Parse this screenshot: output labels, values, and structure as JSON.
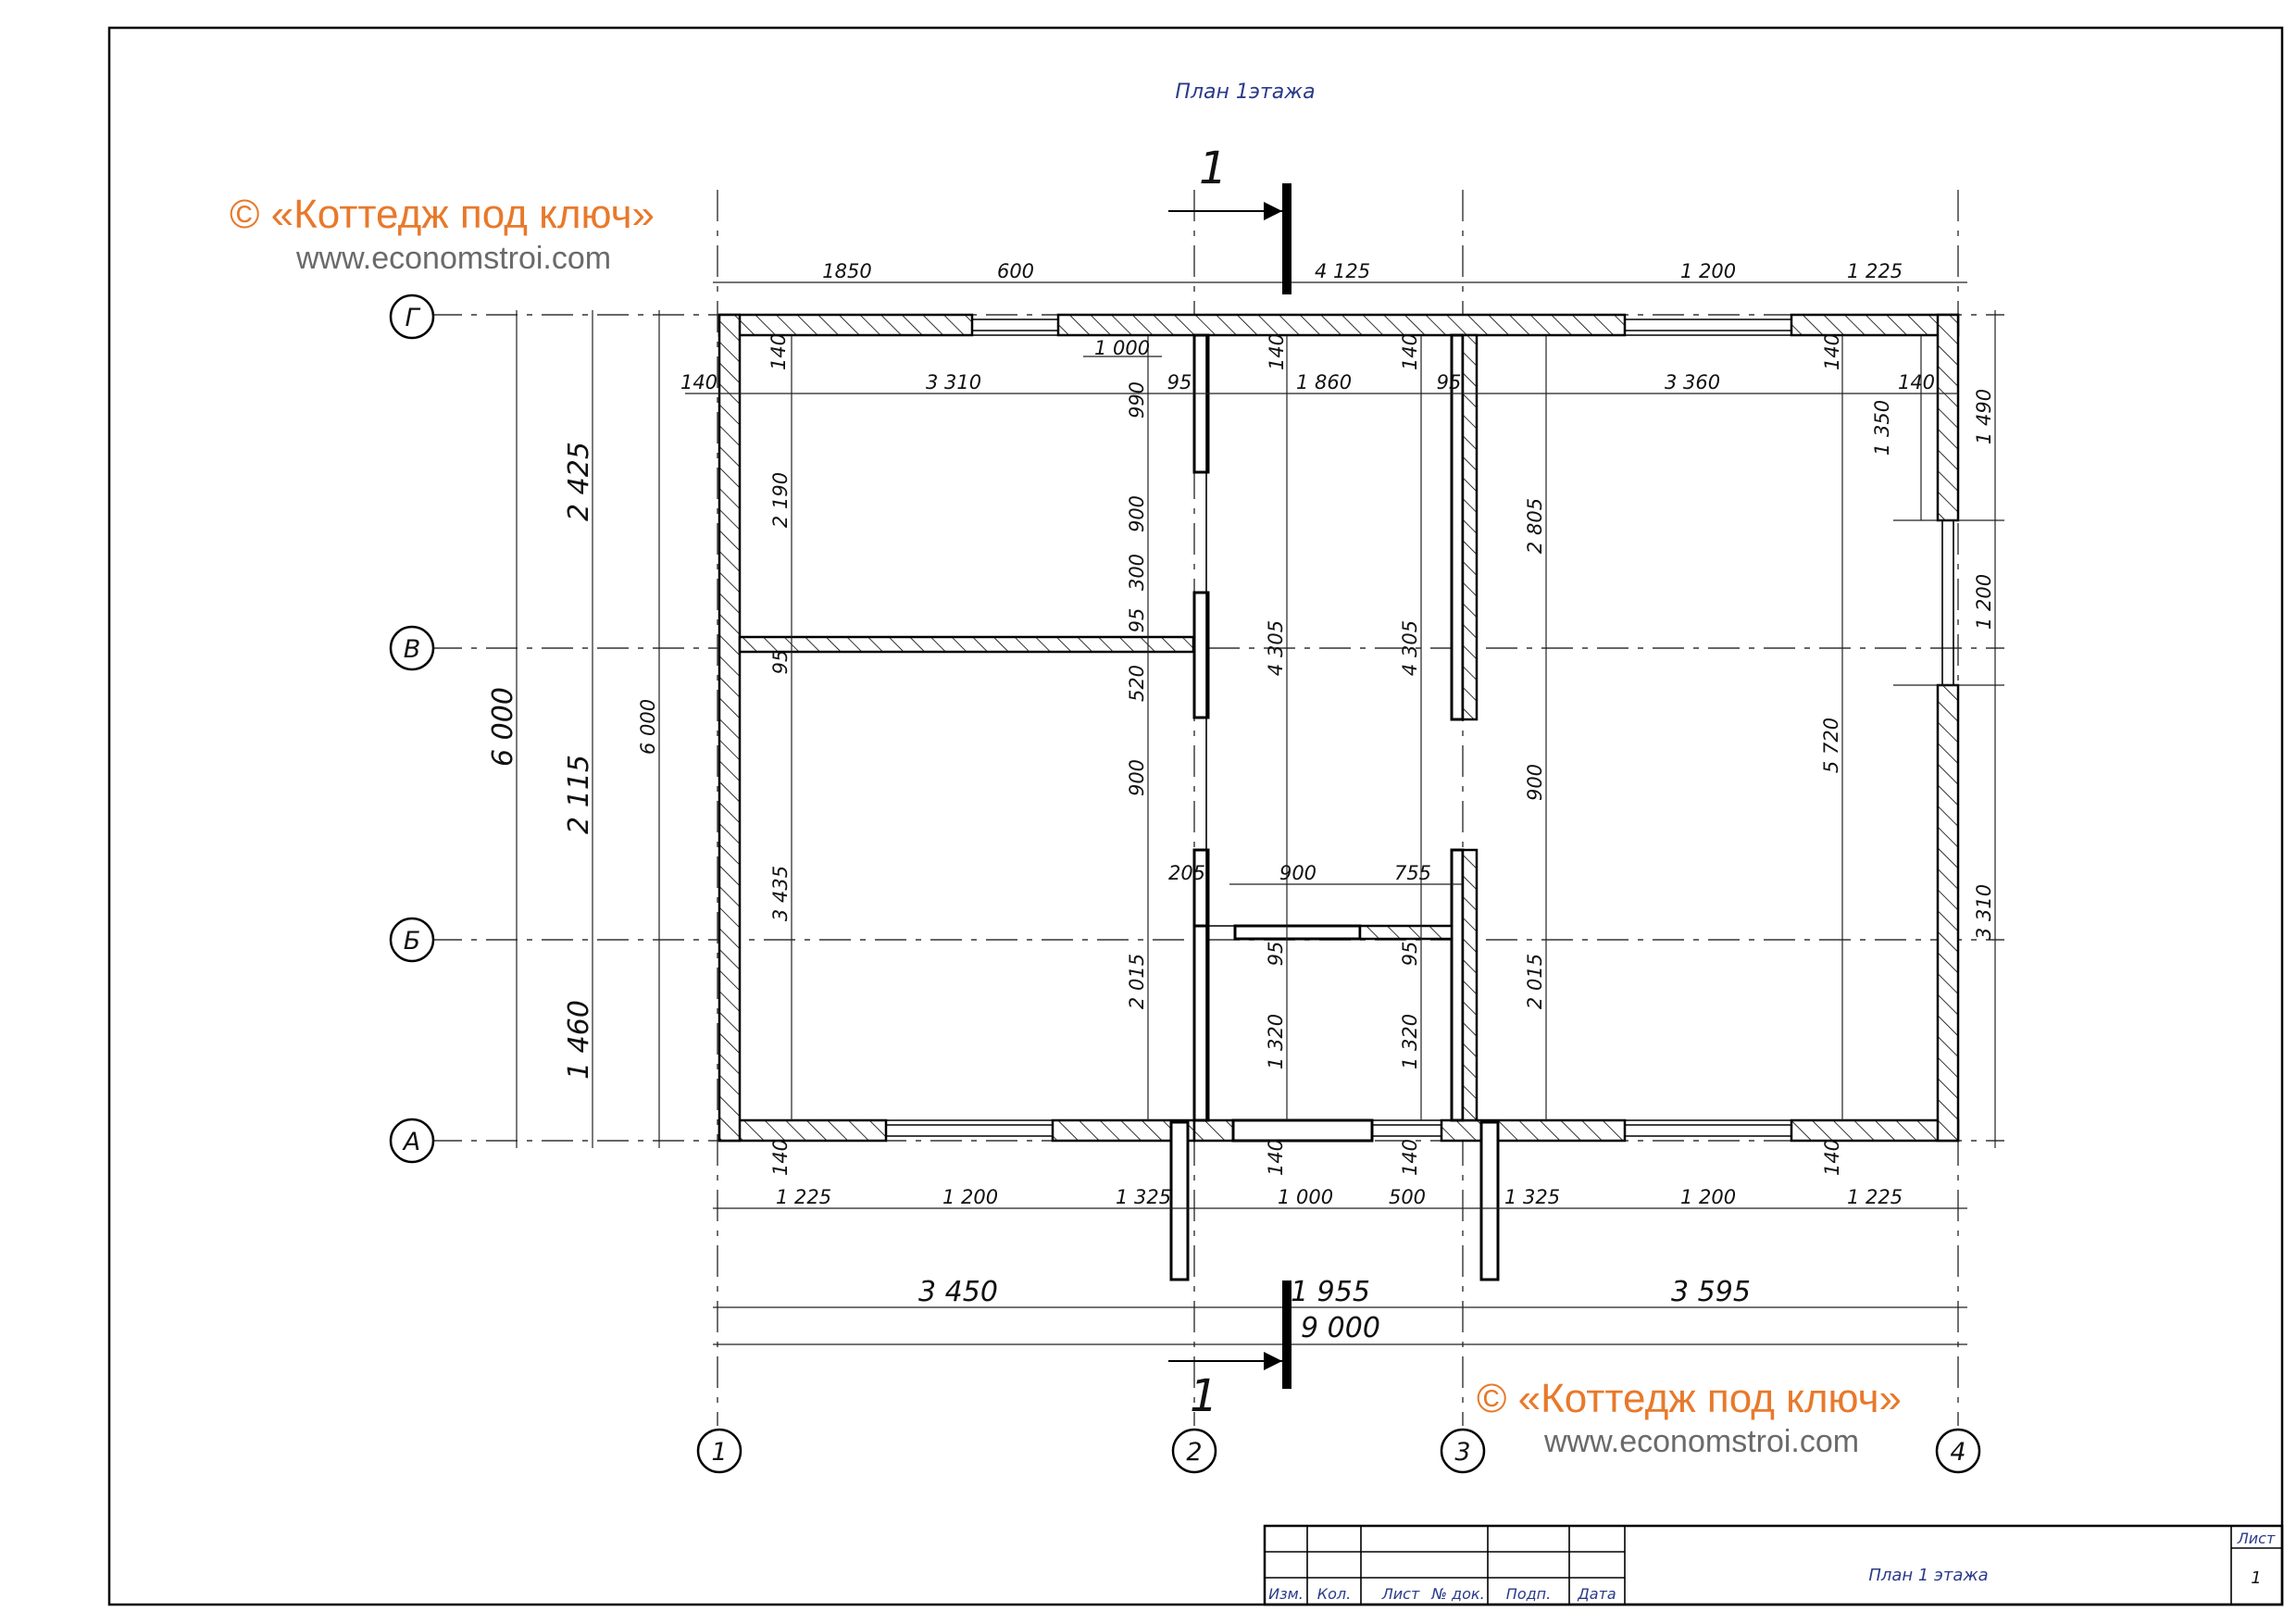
{
  "sheet": {
    "title_top": "План 1этажа",
    "stamp_title": "План 1 этажа",
    "stamp_headers": [
      "Изм.",
      "Кол.",
      "Лист",
      "№ док.",
      "Подп.",
      "Дата"
    ],
    "sheet_label": "Лист",
    "sheet_number": "1"
  },
  "watermark": {
    "title": "© «Коттедж под ключ»",
    "url": "www.economstroi.com"
  },
  "section": {
    "label": "1"
  },
  "axes": {
    "rows": [
      "Г",
      "В",
      "Б",
      "А"
    ],
    "cols": [
      "1",
      "2",
      "3",
      "4"
    ]
  },
  "dims": {
    "top": [
      "1850",
      "600",
      "4 125",
      "1 200",
      "1 225"
    ],
    "bottom_row1": [
      "1 225",
      "1 200",
      "1 325",
      "1 000",
      "500",
      "1 325",
      "1 200",
      "1 225"
    ],
    "bottom_row2": [
      "3 450",
      "1 955",
      "3 595"
    ],
    "bottom_total": "9 000",
    "left_outer": "6 000",
    "left_mid": [
      "2 425",
      "2 115",
      "1 460"
    ],
    "left_inner": "6 000",
    "right": [
      "1 490",
      "1 200",
      "3 310"
    ],
    "interior": {
      "wall_140": "140",
      "room1_width": "3 310",
      "room2_width": "1 860",
      "room3_width": "3 360",
      "door_1000": "1 000",
      "d95": "95",
      "d990": "990",
      "d900": "900",
      "d300": "300",
      "d520": "520",
      "d2190": "2 190",
      "d3435": "3 435",
      "d2015": "2 015",
      "d205": "205",
      "d755": "755",
      "d4305": "4 305",
      "d1320": "1 320",
      "d2805": "2 805",
      "d5720": "5 720",
      "d1350": "1 350"
    }
  }
}
